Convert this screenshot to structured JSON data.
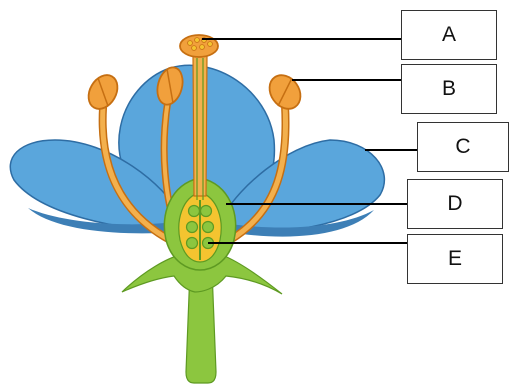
{
  "labels": {
    "a": "A",
    "b": "B",
    "c": "C",
    "d": "D",
    "e": "E"
  },
  "colors": {
    "petal": "#5aa6dc",
    "petal_shadow": "#3d7fb6",
    "petal_outline": "#2e6da4",
    "stamen": "#f1a03c",
    "stamen_outline": "#c66f12",
    "filament": "#f3b04d",
    "pistil": "#8cc63f",
    "pistil_dark": "#5e9a22",
    "ovule": "#f4c430",
    "line": "#000000"
  }
}
